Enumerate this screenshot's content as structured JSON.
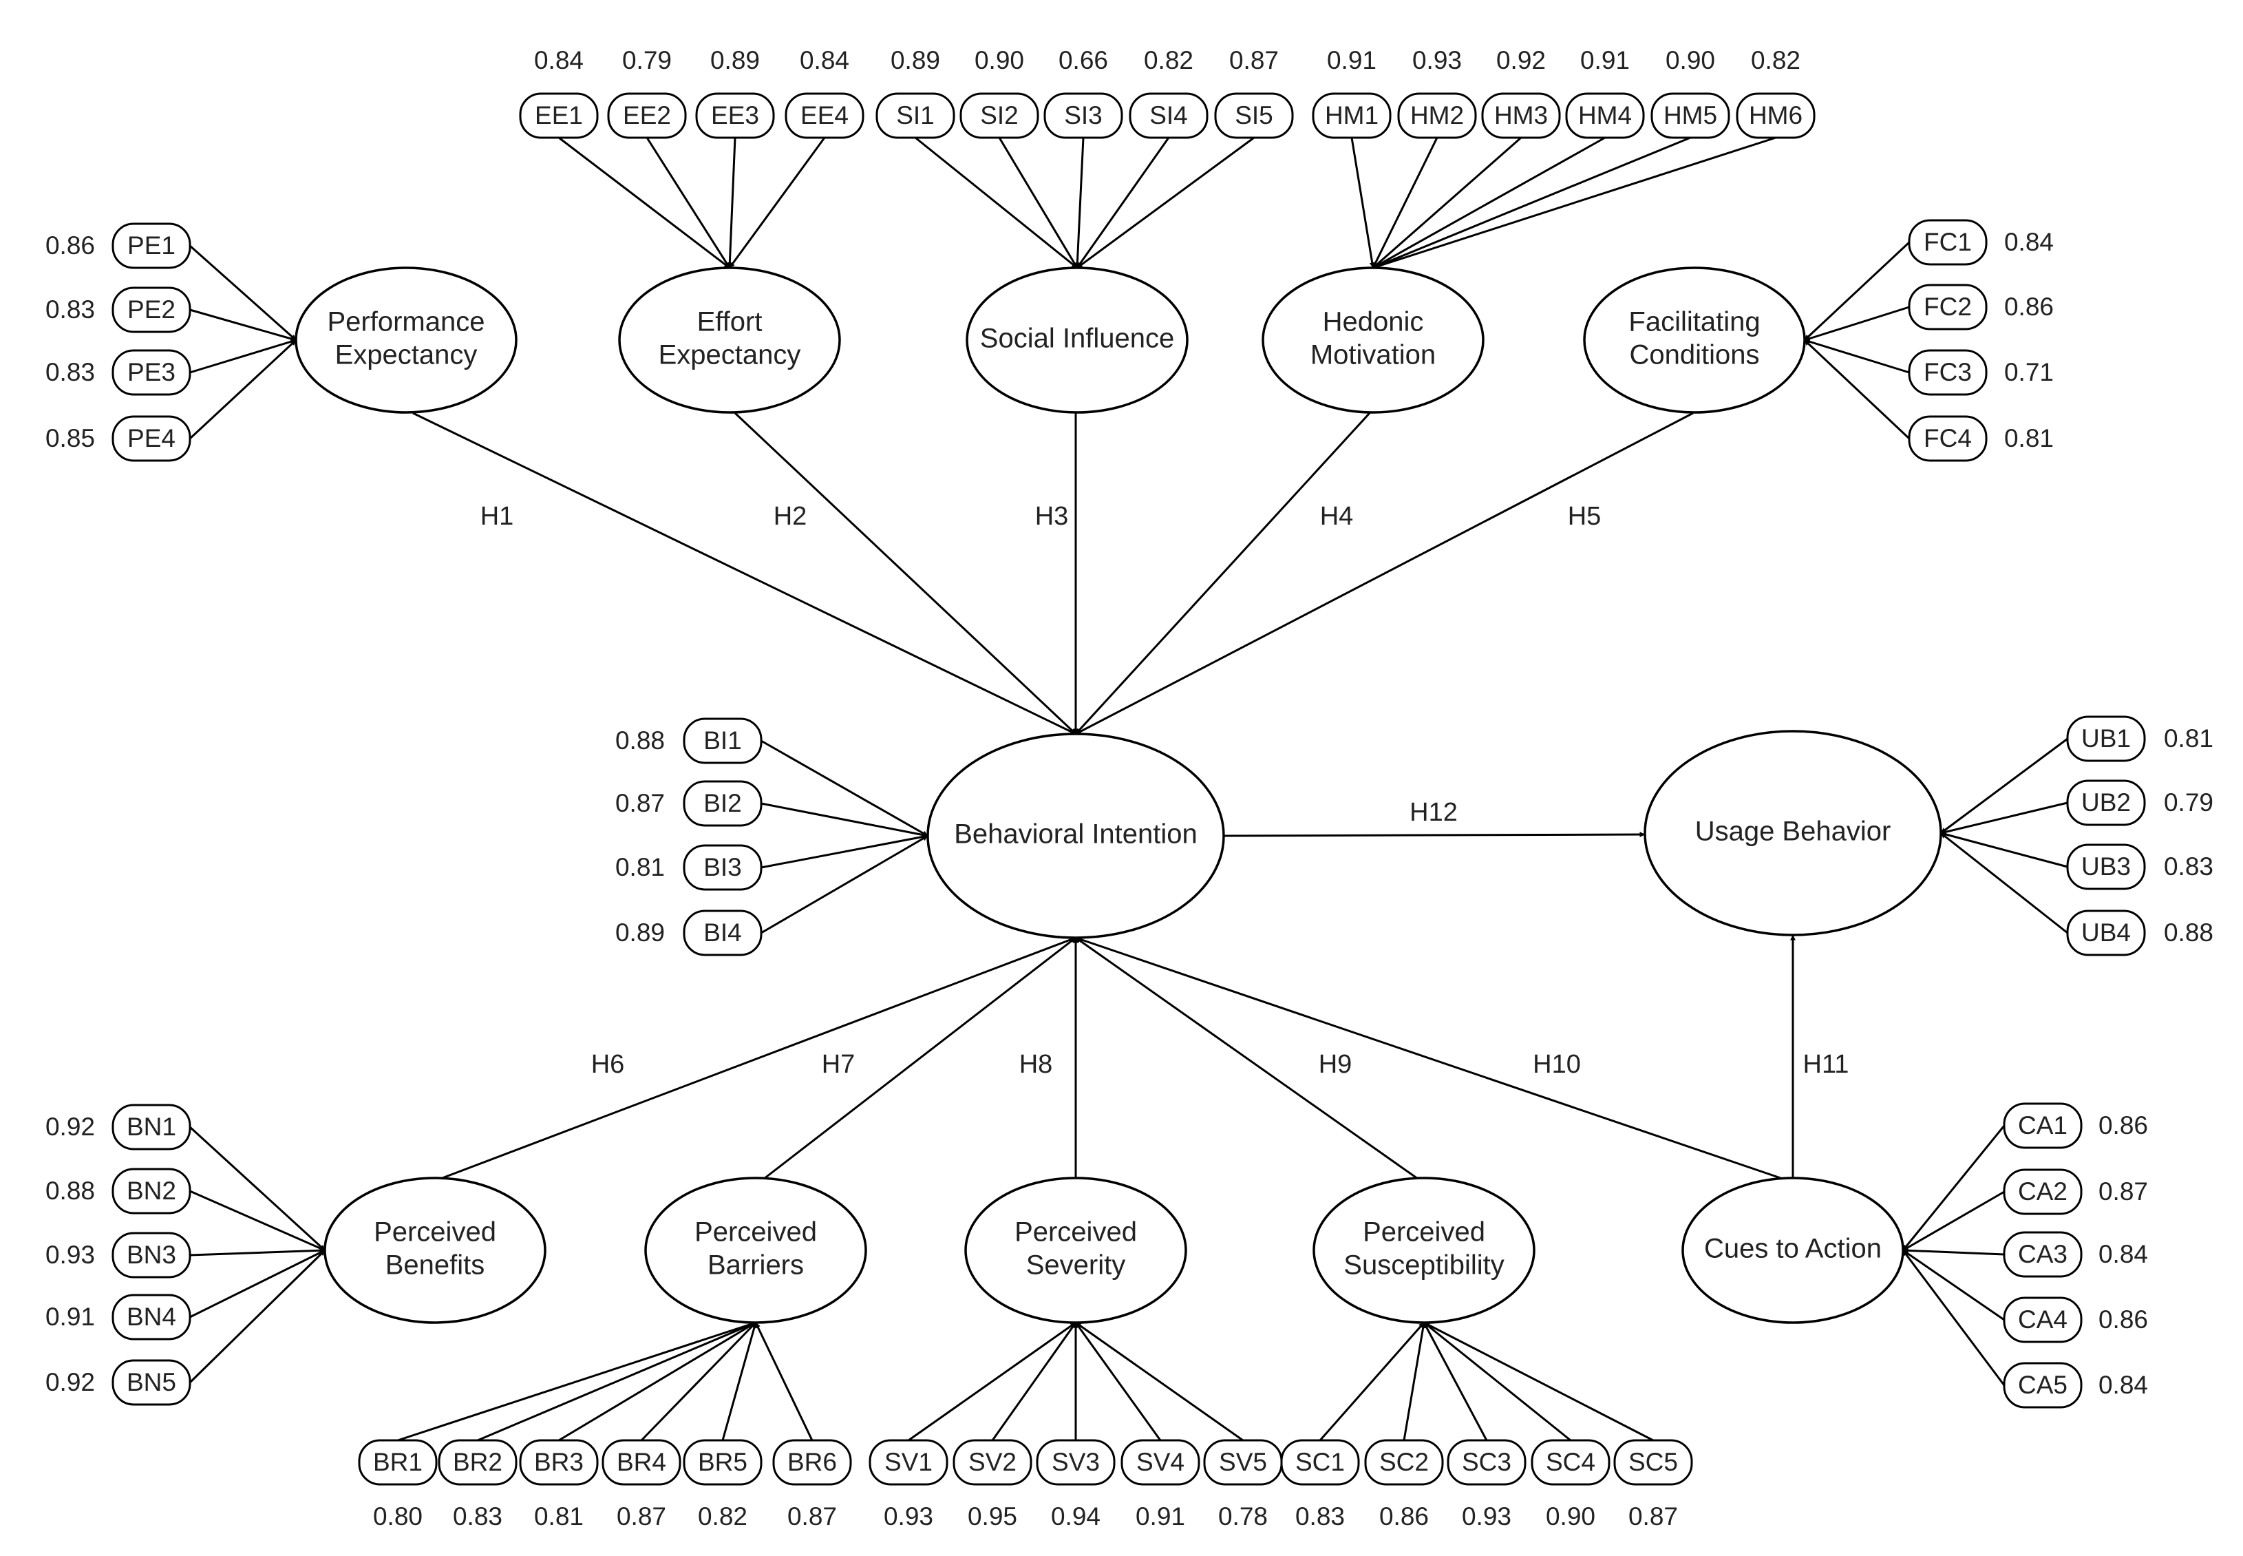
{
  "constructs": [
    {
      "id": "PE",
      "lines": [
        "Performance",
        "Expectancy"
      ]
    },
    {
      "id": "EE",
      "lines": [
        "Effort",
        "Expectancy"
      ]
    },
    {
      "id": "SI",
      "lines": [
        "Social Influence"
      ]
    },
    {
      "id": "HM",
      "lines": [
        "Hedonic",
        "Motivation"
      ]
    },
    {
      "id": "FC",
      "lines": [
        "Facilitating",
        "Conditions"
      ]
    },
    {
      "id": "BI",
      "lines": [
        "Behavioral Intention"
      ]
    },
    {
      "id": "UB",
      "lines": [
        "Usage Behavior"
      ]
    },
    {
      "id": "BN",
      "lines": [
        "Perceived",
        "Benefits"
      ]
    },
    {
      "id": "BR",
      "lines": [
        "Perceived",
        "Barriers"
      ]
    },
    {
      "id": "SV",
      "lines": [
        "Perceived",
        "Severity"
      ]
    },
    {
      "id": "SC",
      "lines": [
        "Perceived",
        "Susceptibility"
      ]
    },
    {
      "id": "CA",
      "lines": [
        "Cues to Action"
      ]
    }
  ],
  "indicators": {
    "PE": [
      {
        "label": "PE1",
        "loading": "0.86"
      },
      {
        "label": "PE2",
        "loading": "0.83"
      },
      {
        "label": "PE3",
        "loading": "0.83"
      },
      {
        "label": "PE4",
        "loading": "0.85"
      }
    ],
    "EE": [
      {
        "label": "EE1",
        "loading": "0.84"
      },
      {
        "label": "EE2",
        "loading": "0.79"
      },
      {
        "label": "EE3",
        "loading": "0.89"
      },
      {
        "label": "EE4",
        "loading": "0.84"
      }
    ],
    "SI": [
      {
        "label": "SI1",
        "loading": "0.89"
      },
      {
        "label": "SI2",
        "loading": "0.90"
      },
      {
        "label": "SI3",
        "loading": "0.66"
      },
      {
        "label": "SI4",
        "loading": "0.82"
      },
      {
        "label": "SI5",
        "loading": "0.87"
      }
    ],
    "HM": [
      {
        "label": "HM1",
        "loading": "0.91"
      },
      {
        "label": "HM2",
        "loading": "0.93"
      },
      {
        "label": "HM3",
        "loading": "0.92"
      },
      {
        "label": "HM4",
        "loading": "0.91"
      },
      {
        "label": "HM5",
        "loading": "0.90"
      },
      {
        "label": "HM6",
        "loading": "0.82"
      }
    ],
    "FC": [
      {
        "label": "FC1",
        "loading": "0.84"
      },
      {
        "label": "FC2",
        "loading": "0.86"
      },
      {
        "label": "FC3",
        "loading": "0.71"
      },
      {
        "label": "FC4",
        "loading": "0.81"
      }
    ],
    "BI": [
      {
        "label": "BI1",
        "loading": "0.88"
      },
      {
        "label": "BI2",
        "loading": "0.87"
      },
      {
        "label": "BI3",
        "loading": "0.81"
      },
      {
        "label": "BI4",
        "loading": "0.89"
      }
    ],
    "UB": [
      {
        "label": "UB1",
        "loading": "0.81"
      },
      {
        "label": "UB2",
        "loading": "0.79"
      },
      {
        "label": "UB3",
        "loading": "0.83"
      },
      {
        "label": "UB4",
        "loading": "0.88"
      }
    ],
    "BN": [
      {
        "label": "BN1",
        "loading": "0.92"
      },
      {
        "label": "BN2",
        "loading": "0.88"
      },
      {
        "label": "BN3",
        "loading": "0.93"
      },
      {
        "label": "BN4",
        "loading": "0.91"
      },
      {
        "label": "BN5",
        "loading": "0.92"
      }
    ],
    "BR": [
      {
        "label": "BR1",
        "loading": "0.80"
      },
      {
        "label": "BR2",
        "loading": "0.83"
      },
      {
        "label": "BR3",
        "loading": "0.81"
      },
      {
        "label": "BR4",
        "loading": "0.87"
      },
      {
        "label": "BR5",
        "loading": "0.82"
      },
      {
        "label": "BR6",
        "loading": "0.87"
      }
    ],
    "SV": [
      {
        "label": "SV1",
        "loading": "0.93"
      },
      {
        "label": "SV2",
        "loading": "0.95"
      },
      {
        "label": "SV3",
        "loading": "0.94"
      },
      {
        "label": "SV4",
        "loading": "0.91"
      },
      {
        "label": "SV5",
        "loading": "0.78"
      }
    ],
    "SC": [
      {
        "label": "SC1",
        "loading": "0.83"
      },
      {
        "label": "SC2",
        "loading": "0.86"
      },
      {
        "label": "SC3",
        "loading": "0.93"
      },
      {
        "label": "SC4",
        "loading": "0.90"
      },
      {
        "label": "SC5",
        "loading": "0.87"
      }
    ],
    "CA": [
      {
        "label": "CA1",
        "loading": "0.86"
      },
      {
        "label": "CA2",
        "loading": "0.87"
      },
      {
        "label": "CA3",
        "loading": "0.84"
      },
      {
        "label": "CA4",
        "loading": "0.86"
      },
      {
        "label": "CA5",
        "loading": "0.84"
      }
    ]
  },
  "hypotheses": [
    {
      "label": "H1",
      "from": "PE",
      "to": "BI"
    },
    {
      "label": "H2",
      "from": "EE",
      "to": "BI"
    },
    {
      "label": "H3",
      "from": "SI",
      "to": "BI"
    },
    {
      "label": "H4",
      "from": "HM",
      "to": "BI"
    },
    {
      "label": "H5",
      "from": "FC",
      "to": "BI"
    },
    {
      "label": "H6",
      "from": "BN",
      "to": "BI"
    },
    {
      "label": "H7",
      "from": "BR",
      "to": "BI"
    },
    {
      "label": "H8",
      "from": "SV",
      "to": "BI"
    },
    {
      "label": "H9",
      "from": "SC",
      "to": "BI"
    },
    {
      "label": "H10",
      "from": "CA",
      "to": "BI"
    },
    {
      "label": "H11",
      "from": "CA",
      "to": "UB"
    },
    {
      "label": "H12",
      "from": "BI",
      "to": "UB"
    }
  ]
}
